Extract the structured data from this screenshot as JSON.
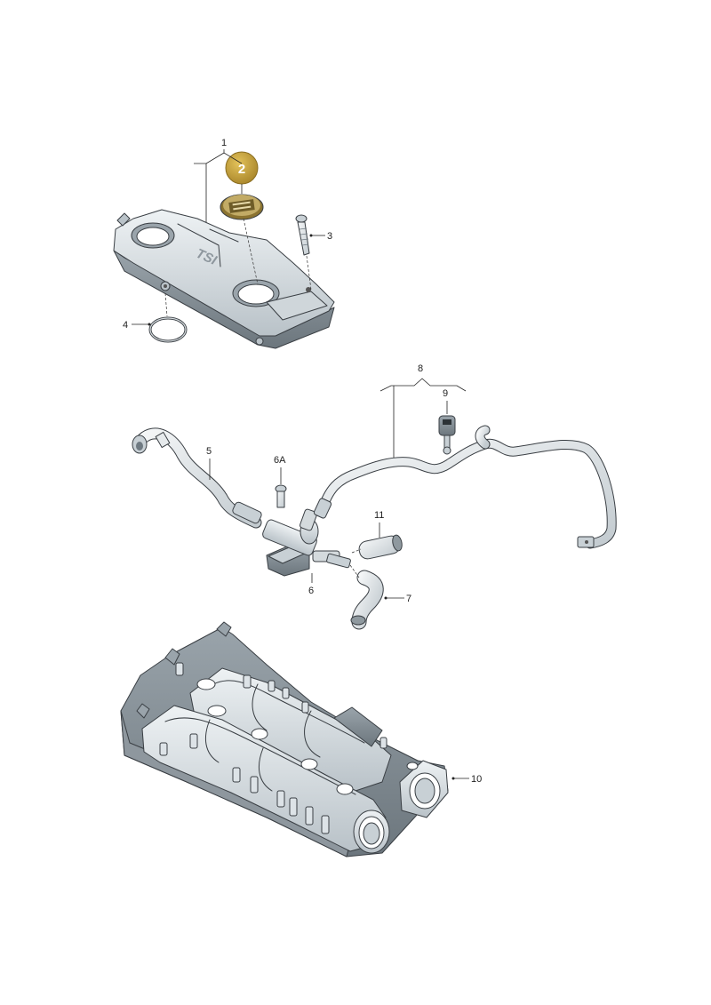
{
  "diagram": {
    "callouts": {
      "c1": "1",
      "c2": "2",
      "c3": "3",
      "c4": "4",
      "c5": "5",
      "c6A": "6A",
      "c6": "6",
      "c7": "7",
      "c8": "8",
      "c9": "9",
      "c10": "10",
      "c11": "11"
    },
    "cover_logo": "TSI",
    "colors": {
      "part_fill": "#dde3e7",
      "part_shade": "#a9b3ba",
      "part_dark": "#6f7a82",
      "badge": "#c9a33a",
      "badge_dark": "#9e7e25"
    }
  }
}
